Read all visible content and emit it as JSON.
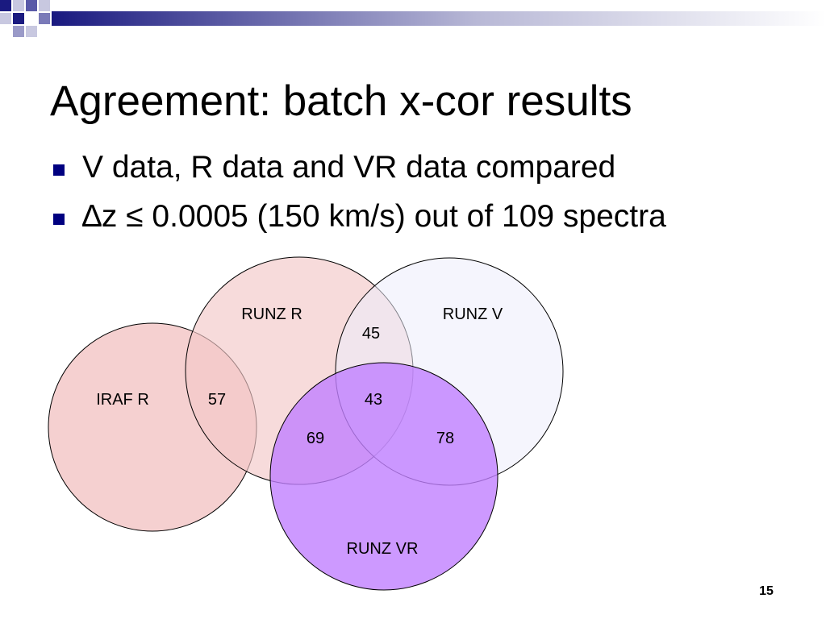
{
  "slide": {
    "title": "Agreement: batch x-cor results",
    "bullets": [
      {
        "text": "V data, R data and VR data compared"
      },
      {
        "text": "∆z ≤ 0.0005 (150 km/s) out of 109 spectra"
      }
    ],
    "page_number": "15"
  },
  "venn": {
    "sets": [
      {
        "label": "IRAF R",
        "color": "#f3c8c8"
      },
      {
        "label": "RUNZ R",
        "color": "#f3c8c8"
      },
      {
        "label": "RUNZ V",
        "color": "#ececfc"
      },
      {
        "label": "RUNZ VR",
        "color": "#c080ff"
      }
    ],
    "intersections": [
      {
        "sets": [
          "IRAF R",
          "RUNZ R"
        ],
        "value": "57"
      },
      {
        "sets": [
          "RUNZ R",
          "RUNZ V"
        ],
        "value": "45"
      },
      {
        "sets": [
          "RUNZ R",
          "RUNZ V",
          "RUNZ VR"
        ],
        "value": "43"
      },
      {
        "sets": [
          "RUNZ R",
          "RUNZ VR"
        ],
        "value": "69"
      },
      {
        "sets": [
          "RUNZ V",
          "RUNZ VR"
        ],
        "value": "78"
      }
    ]
  },
  "colors": {
    "bullet_marker": "#000080",
    "header_dark": "#1a1a80",
    "header_light": "#ffffff"
  }
}
